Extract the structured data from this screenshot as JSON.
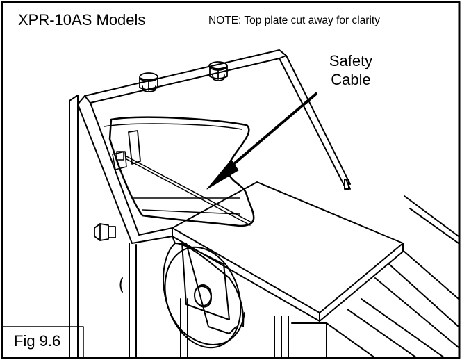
{
  "title": "XPR-10AS Models",
  "note": "NOTE: Top plate cut away for clarity",
  "callout": {
    "line1": "Safety",
    "line2": "Cable"
  },
  "figure_label": "Fig 9.6"
}
